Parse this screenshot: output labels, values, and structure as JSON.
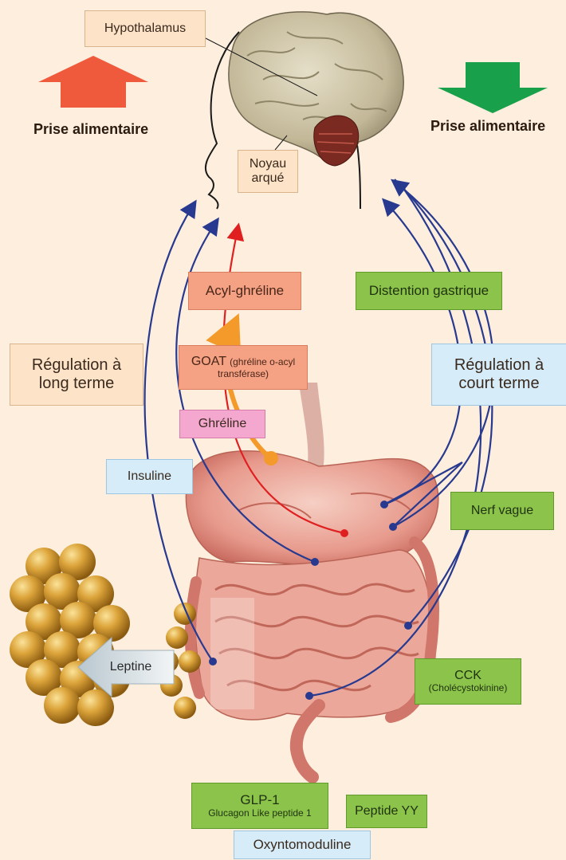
{
  "labels": {
    "hypothalamus": "Hypothalamus",
    "noyau_line1": "Noyau",
    "noyau_line2": "arqué",
    "prise_left": "Prise alimentaire",
    "prise_right": "Prise alimentaire",
    "acyl_ghreline": "Acyl-ghréline",
    "distention": "Distention gastrique",
    "regulation_long_1": "Régulation à",
    "regulation_long_2": "long terme",
    "regulation_court_1": "Régulation à",
    "regulation_court_2": "court terme",
    "goat_main": "GOAT",
    "goat_detail_1": "(ghréline o-acyl",
    "goat_detail_2": "transférase)",
    "ghreline": "Ghréline",
    "insuline": "Insuline",
    "nerf_vague": "Nerf vague",
    "leptine": "Leptine",
    "cck_main": "CCK",
    "cck_detail": "(Cholécystokinine)",
    "glp1_main": "GLP-1",
    "glp1_detail": "Glucagon Like peptide 1",
    "peptide_yy": "Peptide YY",
    "oxyntomoduline": "Oxyntomoduline"
  },
  "colors": {
    "background": "#fdeedd",
    "increase_arrow": "#ef5a3c",
    "decrease_arrow": "#19a04a",
    "signal_line": "#283a8f",
    "ghrelin_line": "#e02020",
    "goat_arrow": "#f39a2a"
  },
  "icons": [
    "brain-illustration",
    "digestive-tract-illustration",
    "adipose-tissue-illustration"
  ]
}
